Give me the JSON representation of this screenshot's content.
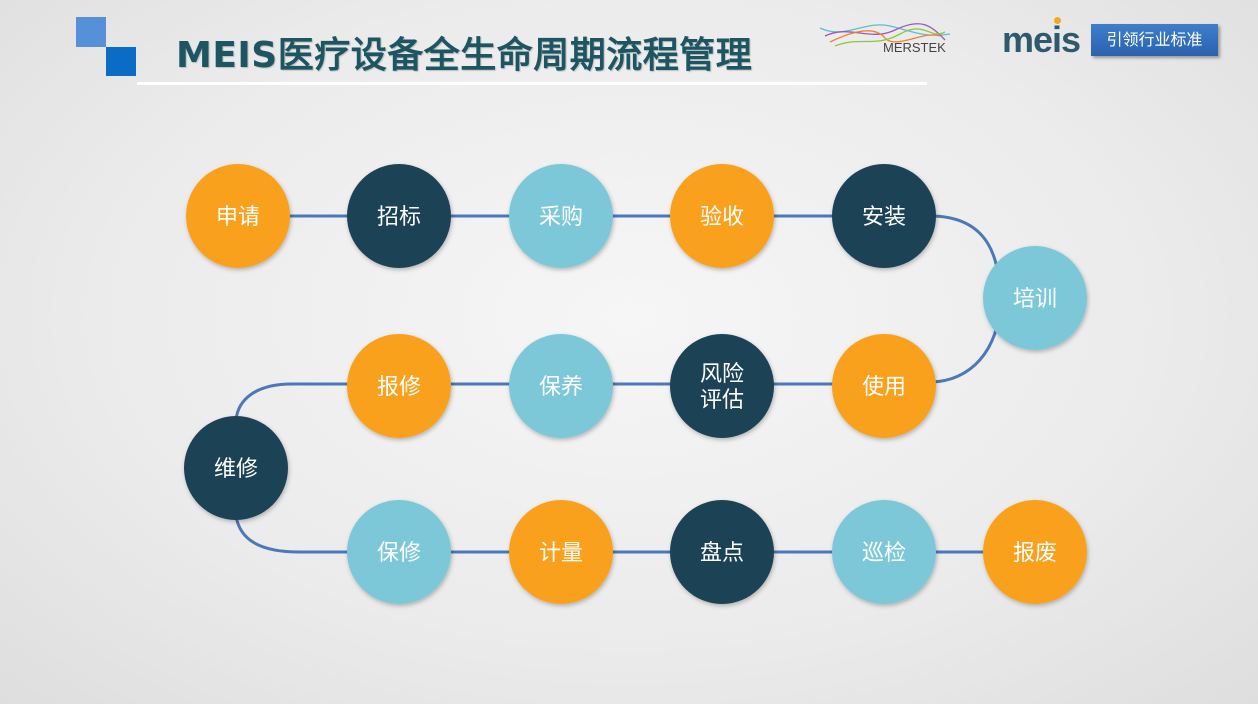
{
  "header": {
    "title": "MEIS医疗设备全生命周期流程管理",
    "partner_logo": "MERSTEK",
    "brand_logo": "meis",
    "slogan": "引领行业标准"
  },
  "colors": {
    "orange": "#F9A11B",
    "dark": "#1F4257",
    "light": "#7DC8D8",
    "line": "#4A78B8"
  },
  "nodes": [
    {
      "lines": [
        "申请"
      ],
      "color": "orange"
    },
    {
      "lines": [
        "招标"
      ],
      "color": "dark"
    },
    {
      "lines": [
        "采购"
      ],
      "color": "light"
    },
    {
      "lines": [
        "验收"
      ],
      "color": "orange"
    },
    {
      "lines": [
        "安装"
      ],
      "color": "dark"
    },
    {
      "lines": [
        "培训"
      ],
      "color": "light"
    },
    {
      "lines": [
        "使用"
      ],
      "color": "orange"
    },
    {
      "lines": [
        "风险",
        "评估"
      ],
      "color": "dark"
    },
    {
      "lines": [
        "保养"
      ],
      "color": "light"
    },
    {
      "lines": [
        "报修"
      ],
      "color": "orange"
    },
    {
      "lines": [
        "维修"
      ],
      "color": "dark"
    },
    {
      "lines": [
        "保修"
      ],
      "color": "light"
    },
    {
      "lines": [
        "计量"
      ],
      "color": "orange"
    },
    {
      "lines": [
        "盘点"
      ],
      "color": "dark"
    },
    {
      "lines": [
        "巡检"
      ],
      "color": "light"
    },
    {
      "lines": [
        "报废"
      ],
      "color": "orange"
    }
  ]
}
